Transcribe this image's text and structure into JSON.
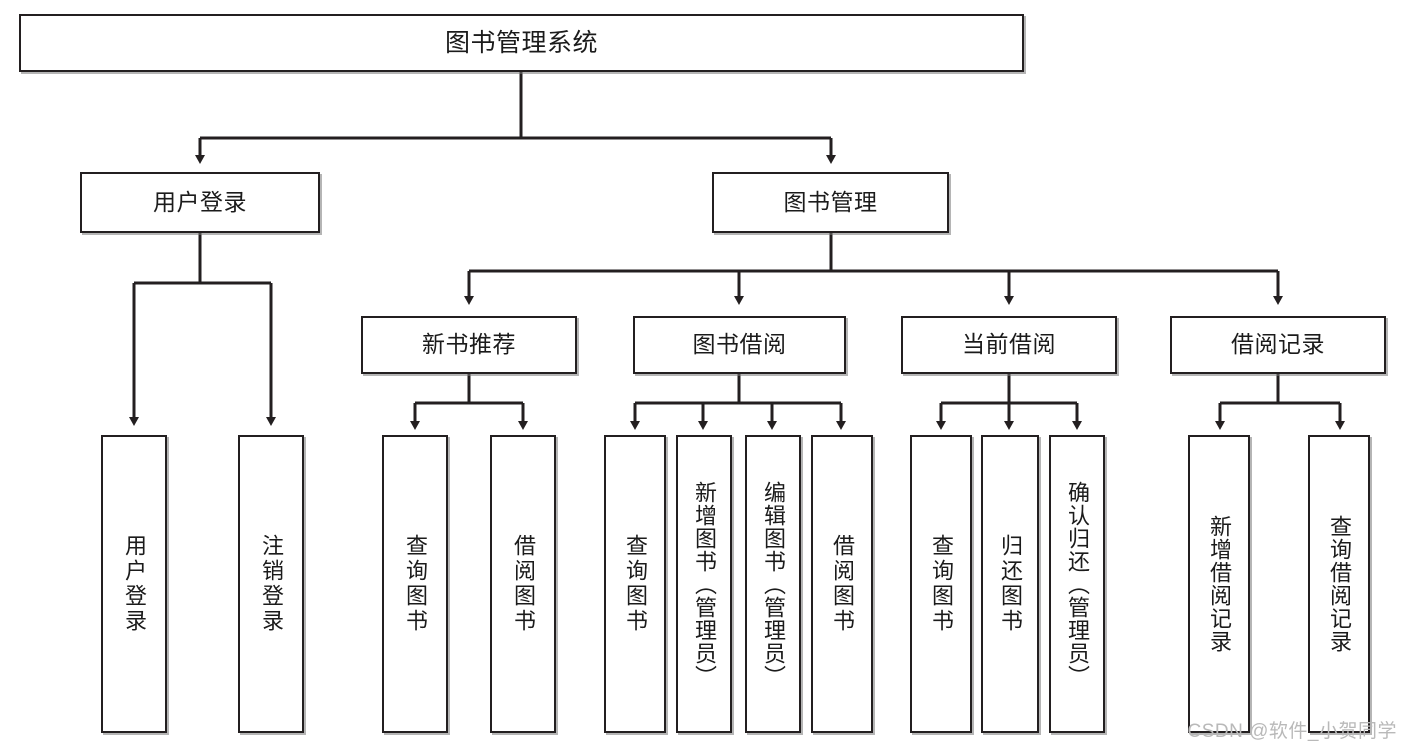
{
  "diagram": {
    "title": "图书管理系统",
    "watermark": "CSDN @软件_小贺同学",
    "colors": {
      "node_border": "#231f20",
      "node_fill": "#ffffff",
      "edge": "#231f20",
      "text": "#1b1b1b",
      "watermark": "#b9b9b9",
      "background": "#ffffff"
    },
    "root": {
      "label": "图书管理系统"
    },
    "level2": [
      {
        "label": "用户登录"
      },
      {
        "label": "图书管理"
      }
    ],
    "level3": [
      {
        "label": "新书推荐"
      },
      {
        "label": "图书借阅"
      },
      {
        "label": "当前借阅"
      },
      {
        "label": "借阅记录"
      }
    ],
    "leaves": {
      "user_login": [
        {
          "label": "用户登录"
        },
        {
          "label": "注销登录"
        }
      ],
      "new_book_recommend": [
        {
          "label": "查询图书"
        },
        {
          "label": "借阅图书"
        }
      ],
      "book_borrow": [
        {
          "label": "查询图书"
        },
        {
          "label": "新增图书（管理员）"
        },
        {
          "label": "编辑图书（管理员）"
        },
        {
          "label": "借阅图书"
        }
      ],
      "current_borrow": [
        {
          "label": "查询图书"
        },
        {
          "label": "归还图书"
        },
        {
          "label": "确认归还（管理员）"
        }
      ],
      "borrow_record": [
        {
          "label": "新增借阅记录"
        },
        {
          "label": "查询借阅记录"
        }
      ]
    }
  }
}
